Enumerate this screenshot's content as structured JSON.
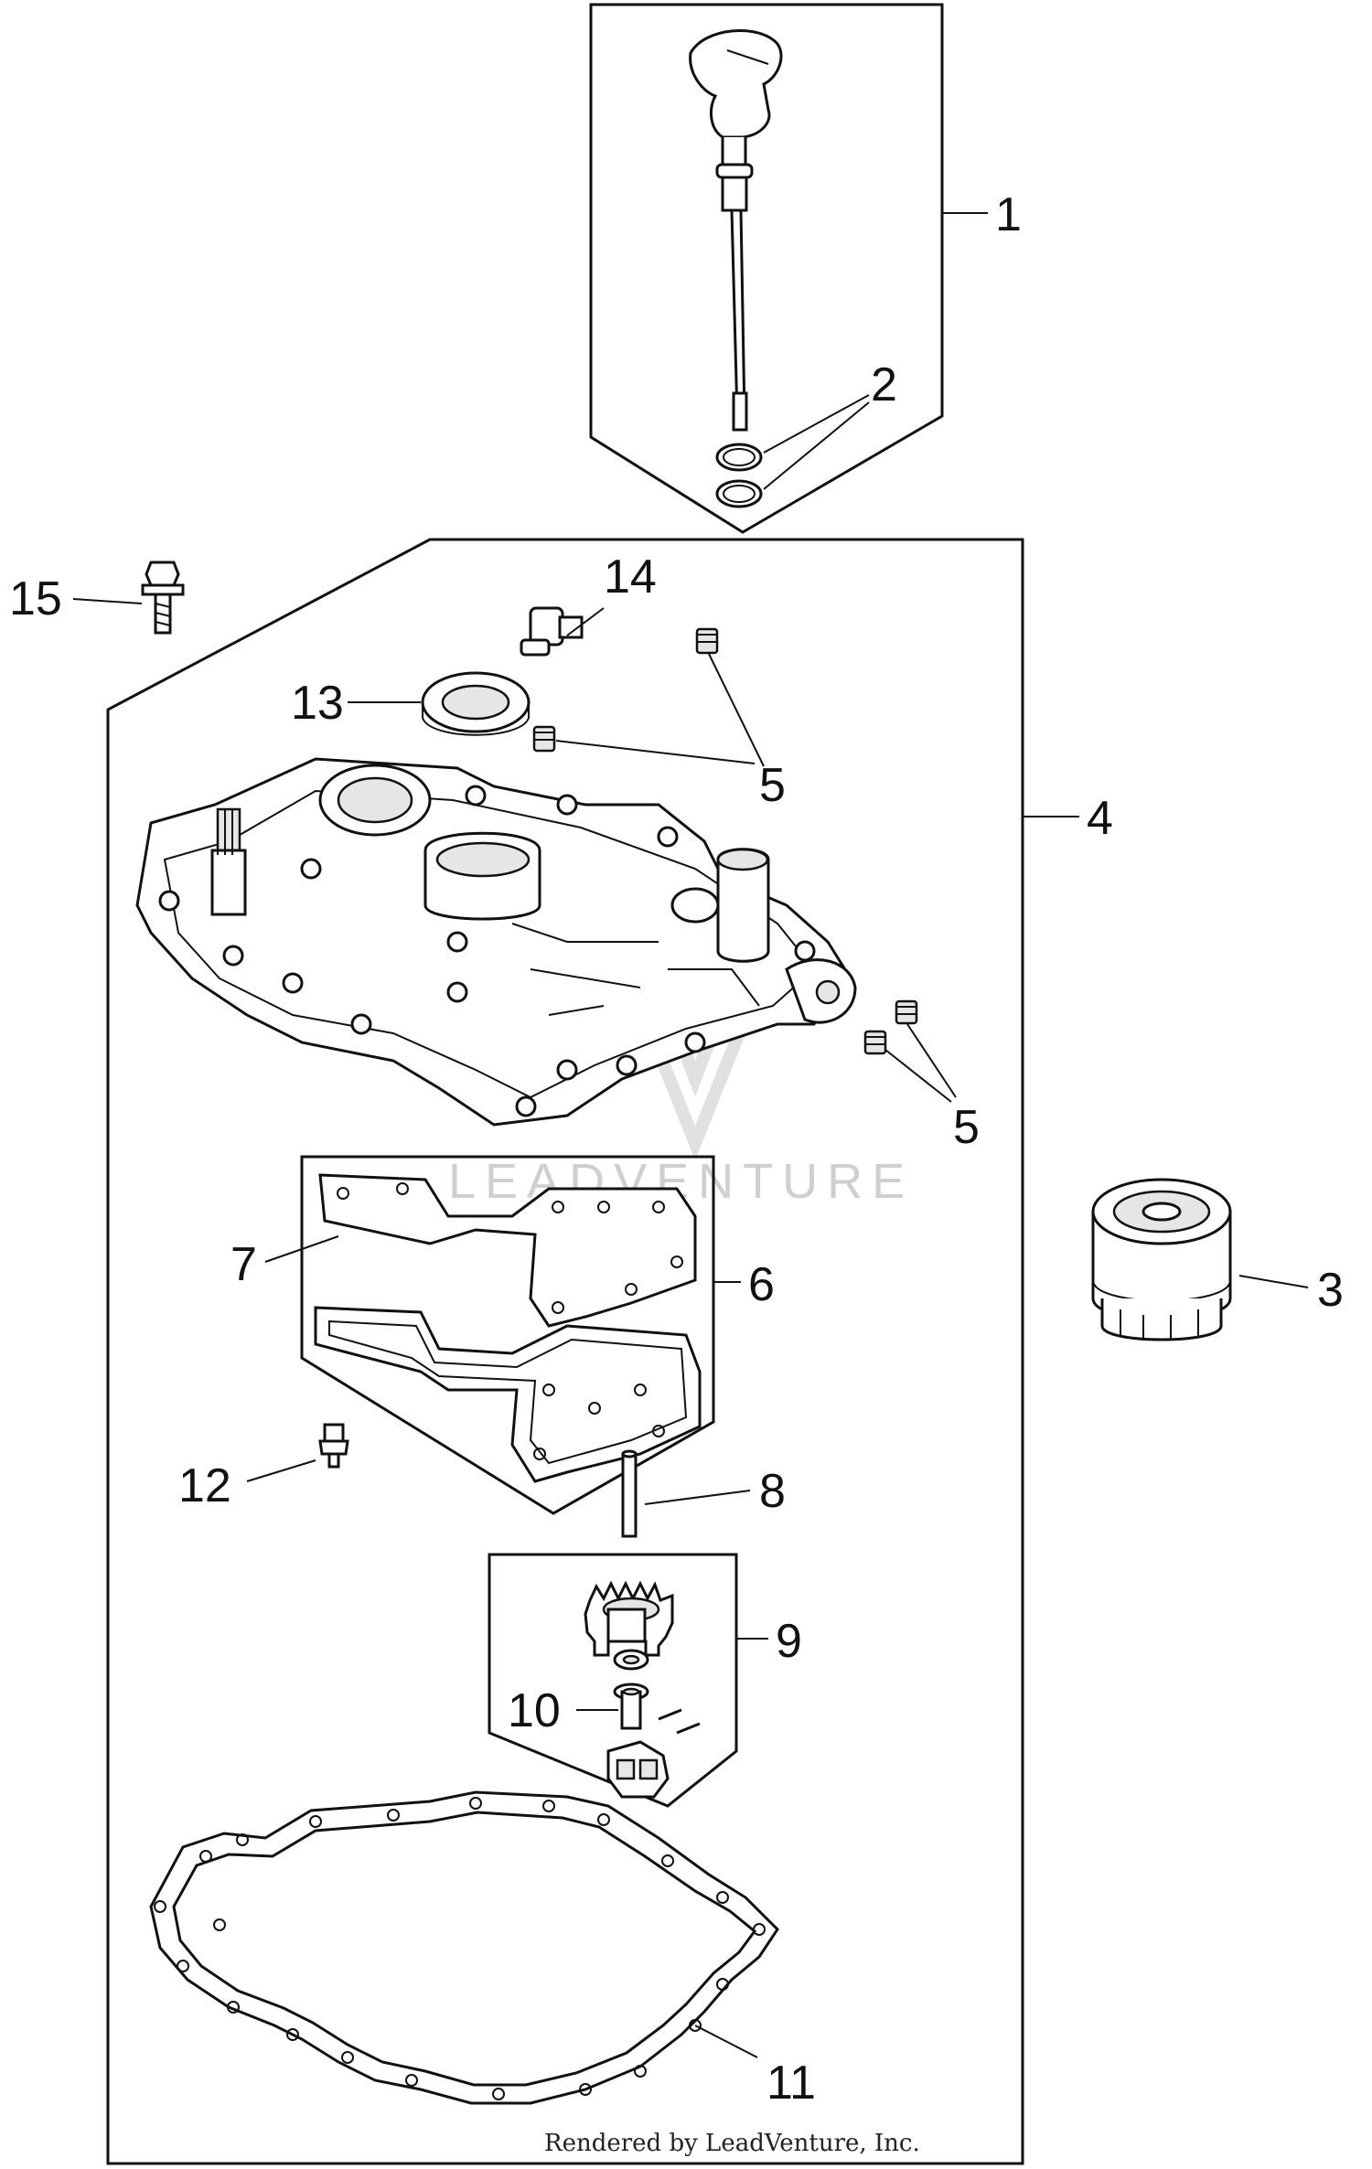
{
  "callouts": [
    {
      "id": "1",
      "text": "1"
    },
    {
      "id": "2",
      "text": "2"
    },
    {
      "id": "3",
      "text": "3"
    },
    {
      "id": "4",
      "text": "4"
    },
    {
      "id": "5a",
      "text": "5"
    },
    {
      "id": "5b",
      "text": "5"
    },
    {
      "id": "6",
      "text": "6"
    },
    {
      "id": "7",
      "text": "7"
    },
    {
      "id": "8",
      "text": "8"
    },
    {
      "id": "9",
      "text": "9"
    },
    {
      "id": "10",
      "text": "10"
    },
    {
      "id": "11",
      "text": "11"
    },
    {
      "id": "12",
      "text": "12"
    },
    {
      "id": "13",
      "text": "13"
    },
    {
      "id": "14",
      "text": "14"
    },
    {
      "id": "15",
      "text": "15"
    }
  ],
  "watermark": "LEADVENTURE",
  "credit": "Rendered by LeadVenture, Inc."
}
